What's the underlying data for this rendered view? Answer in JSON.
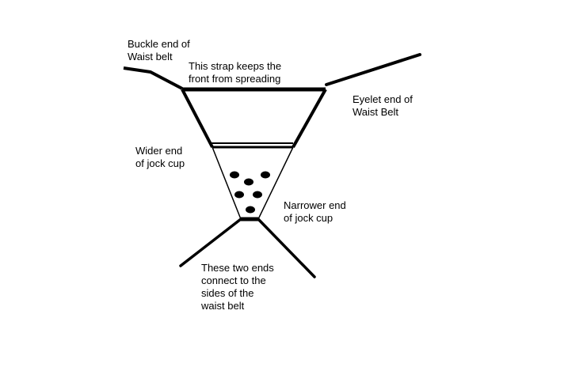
{
  "colors": {
    "background": "#ffffff",
    "ink": "#000000"
  },
  "labels": {
    "buckle_end": [
      "Buckle end of",
      "Waist belt"
    ],
    "strap": [
      "This strap keeps the",
      "front from spreading"
    ],
    "eyelet_end": [
      "Eyelet end of",
      "Waist Belt"
    ],
    "wider_end": [
      "Wider end",
      "of jock cup"
    ],
    "narrower_end": [
      "Narrower end",
      "of jock cup"
    ],
    "connecting_ends": [
      "These two ends",
      "connect to the",
      "sides of the",
      "waist belt"
    ]
  }
}
